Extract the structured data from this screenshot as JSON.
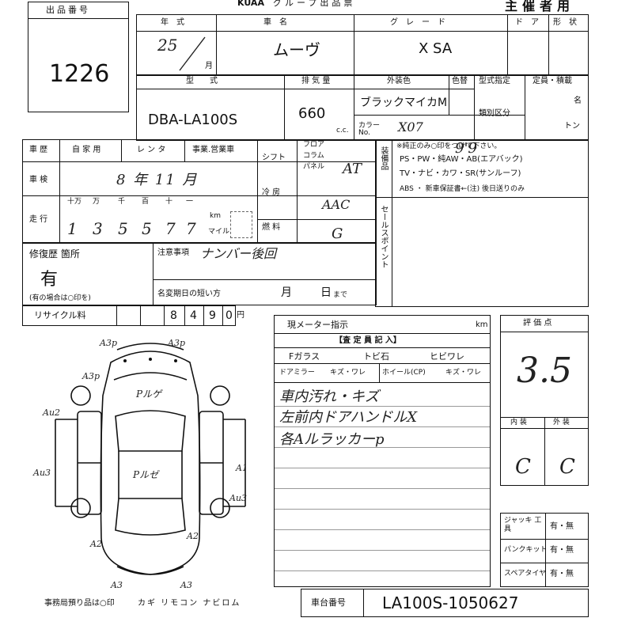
{
  "header": {
    "brand": "KUAA",
    "sheet_title": "グループ出品票",
    "host_label": "主催者用"
  },
  "lot": {
    "label": "出品番号",
    "number": "1226"
  },
  "top_headers": {
    "year": "年　式",
    "name": "車　名",
    "grade": "グ　レ　ー　ド",
    "doors": "ド　ア",
    "shape": "形　状"
  },
  "vehicle": {
    "year": "25",
    "year_month_mark": "月",
    "name": "ムーヴ",
    "grade": "X SA",
    "model_label": "型　　式",
    "model_value": "DBA-LA100S",
    "displacement_label": "排 気 量",
    "displacement_value": "660",
    "cc_unit": "c.c.",
    "color_label": "外装色",
    "repaint_label": "色替",
    "color_value": "ブラックマイカM",
    "color_no_label": "カラーNo.",
    "color_no_value": "X07",
    "type_label": "型式指定",
    "class_label": "類別区分",
    "capacity_label": "定員・積載",
    "capacity_unit1": "名",
    "capacity_unit2": "トン"
  },
  "history": {
    "label": "車 歴",
    "private": "自 家 用",
    "rental": "レ ン タ",
    "business": "事業.営業車"
  },
  "inspection": {
    "label": "車 検",
    "value": "8 年 11 月"
  },
  "mileage": {
    "label": "走 行",
    "units": [
      "十万",
      "万",
      "千",
      "百",
      "十",
      "一"
    ],
    "digits": [
      "1",
      "3",
      "5",
      "5",
      "7",
      "7"
    ],
    "km": "km",
    "mile": "マイル"
  },
  "shift": {
    "label": "シフト",
    "options": [
      "フロア",
      "コラム",
      "パネル"
    ],
    "value": "AT"
  },
  "ac": {
    "label": "冷 房",
    "value": "AAC"
  },
  "fuel": {
    "label": "燃 料",
    "value": "G"
  },
  "equipment": {
    "label": "装備品",
    "note": "※純正のみ○印をつけて下さい。",
    "line1": "PS・PW・純AW・AB(エアバック)",
    "line2": "TV・ナビ・カワ・SR(サンルーフ)",
    "line3": "ABS ・ 新車保証書←(注) 後日送りのみ",
    "handwritten": "9'9"
  },
  "sales_point": {
    "label": "セールスポイント"
  },
  "repair": {
    "label": "修復歴 箇所",
    "value": "有",
    "note": "(有の場合は○印を)"
  },
  "notes": {
    "label": "注意事項",
    "value": "ナンバー後回"
  },
  "name_change": {
    "label": "名変期日の短い方",
    "month": "月",
    "day": "日",
    "suffix": "まで"
  },
  "recycle": {
    "label": "リサイクル料",
    "digits": [
      "8",
      "4",
      "9",
      "0"
    ],
    "unit": "円"
  },
  "meter": {
    "label": "現メーター指示",
    "unit": "km"
  },
  "inspector": {
    "title": "【査 定 員 記 入】",
    "glass_label": "Fガラス",
    "glass_values": [
      "トビ石",
      "ヒビワレ"
    ],
    "mirror_label": "ドアミラー",
    "mirror_value": "キズ・ワレ",
    "wheel_label": "ホイール(CP)",
    "wheel_value": "キズ・ワレ",
    "comments": [
      "車内汚れ・キズ",
      "左前内ドアハンドルX",
      "各Aルラッカーp"
    ]
  },
  "score": {
    "label": "評 価 点",
    "value": "3.5",
    "interior_label": "内 装",
    "interior_value": "C",
    "exterior_label": "外 装",
    "exterior_value": "C"
  },
  "accessories": {
    "jack_label": "ジャッキ 工 具",
    "jack_value": "有・無",
    "puncture_label": "パンクキット",
    "puncture_value": "有・無",
    "spare_label": "スペアタイヤ",
    "spare_value": "有・無"
  },
  "chassis": {
    "label": "車台番号",
    "value": "LA100S-1050627"
  },
  "diagram_marks": {
    "front_left": "A3p",
    "front_right": "A3p",
    "left_fender": "A3p",
    "roof": "Pルゲ",
    "floor": "Pルゼ",
    "left_top": "Au2",
    "left_mid": "Au3",
    "right_mid": "A1",
    "right_low": "Au3",
    "rear_left": "A2",
    "rear_right": "A2",
    "rear_a": "A3",
    "rear_b": "A3"
  },
  "footer": {
    "note": "事務局預り品は○印",
    "items": "カギ リモコン ナビロム"
  }
}
